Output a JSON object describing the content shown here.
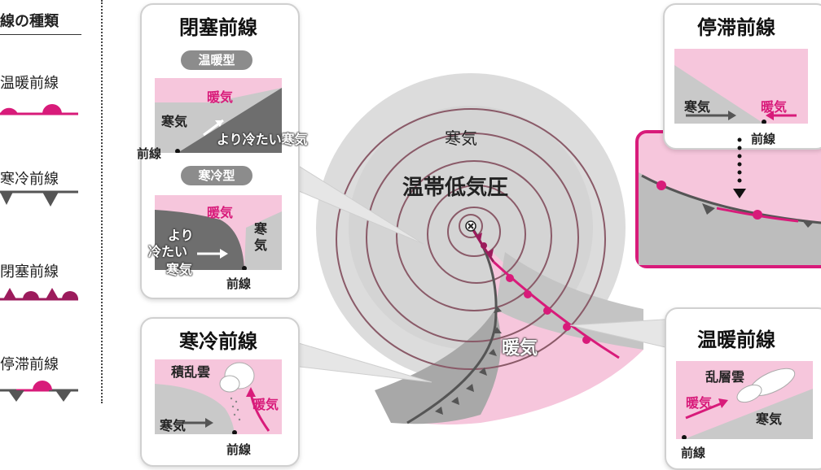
{
  "legend": {
    "title": "線の種類",
    "items": [
      "温暖前線",
      "寒冷前線",
      "閉塞前線",
      "停滞前線"
    ]
  },
  "center": {
    "cold_air": "寒気",
    "low_label": "温帯低気圧",
    "warm_air": "暖気"
  },
  "occluded": {
    "title": "閉塞前線",
    "warm_type": "温暖型",
    "cold_type": "寒冷型",
    "warm_air": "暖気",
    "cold_air": "寒気",
    "colder_air": "より冷たい寒気",
    "front": "前線",
    "warm_air2": "暖気",
    "colder_line1": "より",
    "colder_line2": "冷たい",
    "colder_line3": "寒気",
    "cold_vertical": "寒気",
    "front2": "前線"
  },
  "cold_front": {
    "title": "寒冷前線",
    "cloud": "積乱雲",
    "warm_air": "暖気",
    "cold_air": "寒気",
    "front": "前線"
  },
  "stationary": {
    "title": "停滞前線",
    "cold_air": "寒気",
    "warm_air": "暖気",
    "front": "前線"
  },
  "warm_front": {
    "title": "温暖前線",
    "cloud": "乱層雲",
    "warm_air": "暖気",
    "cold_air": "寒気",
    "front": "前線"
  },
  "colors": {
    "pink_band": "#f6c6dc",
    "magenta": "#d81b7a",
    "gray_band": "#bdbdbd",
    "dark_gray": "#555555",
    "isobar": "#8a5a68"
  }
}
